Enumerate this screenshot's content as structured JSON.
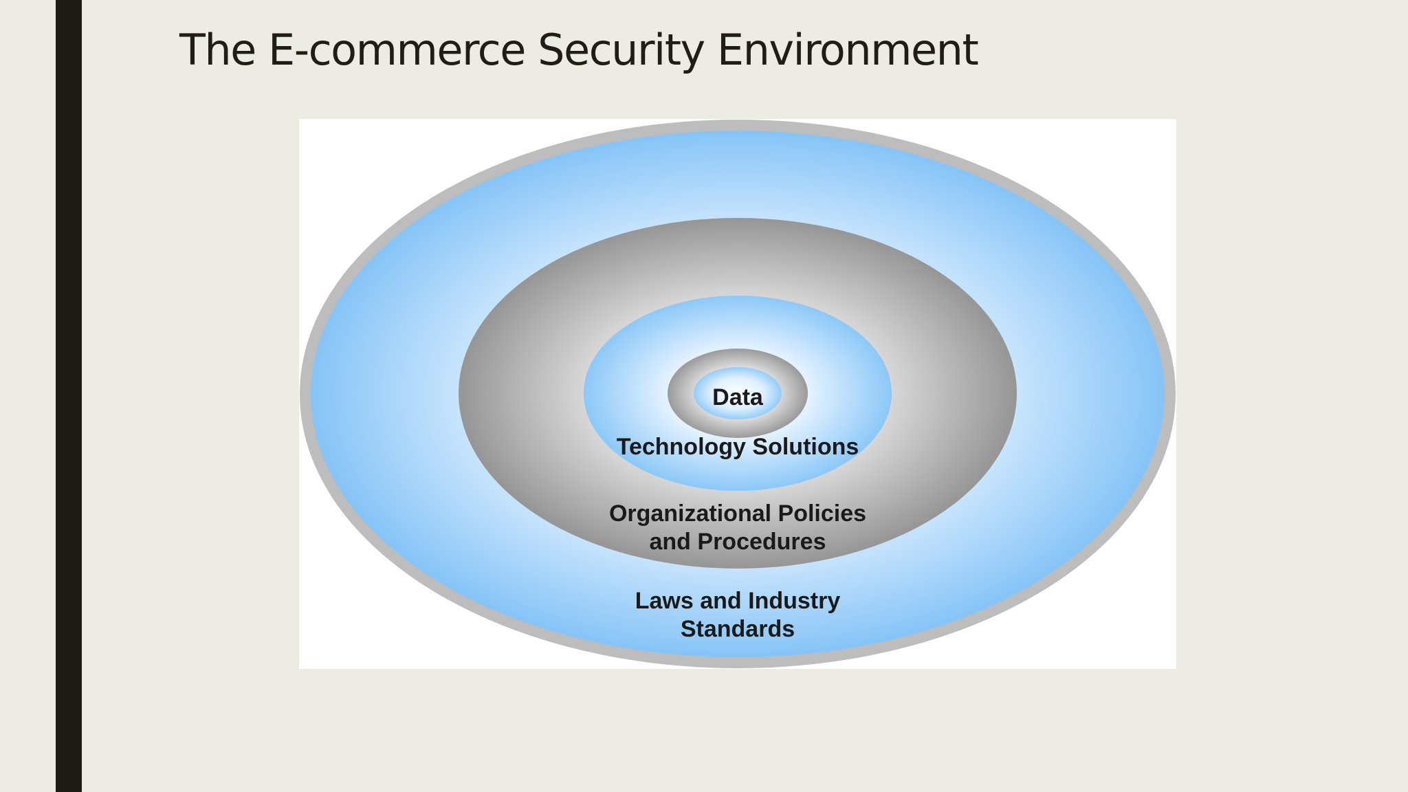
{
  "slide": {
    "title": "The E-commerce Security Environment"
  },
  "diagram": {
    "layers": [
      {
        "label_lines": [
          "Laws and Industry",
          "Standards"
        ],
        "color": "#8ac6f7"
      },
      {
        "label_lines": [
          "Organizational Policies",
          "and Procedures"
        ],
        "color": "#999999"
      },
      {
        "label_lines": [
          "Technology Solutions"
        ],
        "color": "#8ac6f7"
      },
      {
        "label_lines": [
          "Data"
        ],
        "color": "#999999"
      }
    ]
  },
  "colors": {
    "background": "#ecebe4",
    "accent_bar": "#1c1a12",
    "title_text": "#1f1d14"
  }
}
